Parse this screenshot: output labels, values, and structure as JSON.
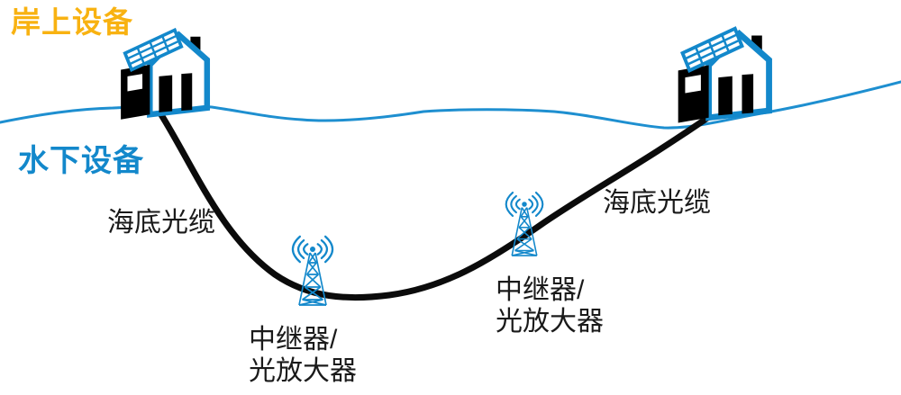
{
  "diagram": {
    "type": "submarine-optical-cable-system-schematic",
    "labels": {
      "shore_equipment": "岸上设备",
      "underwater_equipment": "水下设备",
      "submarine_cable_left": "海底光缆",
      "submarine_cable_right": "海底光缆",
      "repeater_left_line1": "中继器/",
      "repeater_left_line2": "光放大器",
      "repeater_right_line1": "中继器/",
      "repeater_right_line2": "光放大器"
    },
    "icons": {
      "shore_station_left": "house-with-solar-panels-icon",
      "shore_station_right": "house-with-solar-panels-icon",
      "repeater_left": "radio-tower-icon",
      "repeater_right": "radio-tower-icon",
      "sea_surface": "wavy-water-line",
      "submarine_cable": "black-cable-curve"
    },
    "colors": {
      "device_blue": "#1388CB",
      "water_blue": "#1E8FD0",
      "cable_black": "#0B0B0B",
      "shore_yellow": "#F8B211",
      "label_black": "#1A1A1A"
    }
  }
}
